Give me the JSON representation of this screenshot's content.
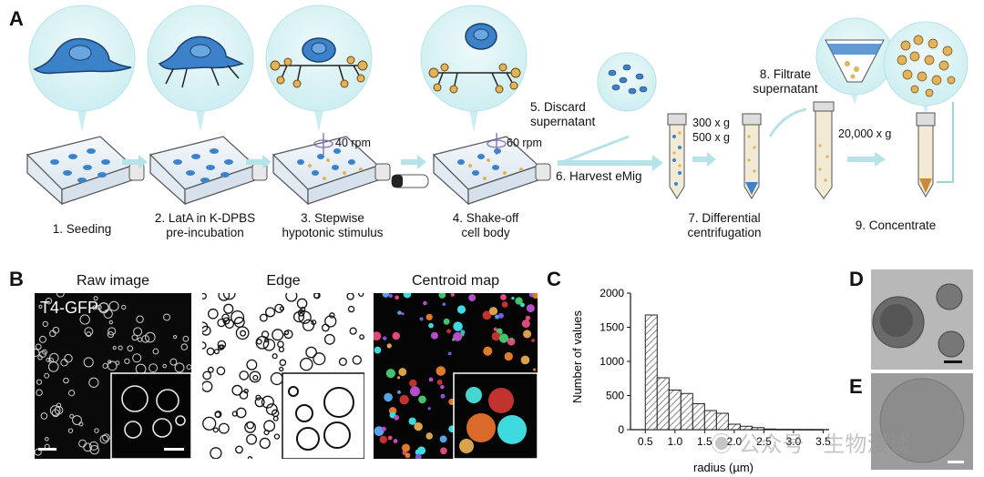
{
  "panels": {
    "a": "A",
    "b": "B",
    "c": "C",
    "d": "D",
    "e": "E"
  },
  "panel_a": {
    "steps": [
      {
        "l1": "1. Seeding",
        "l2": ""
      },
      {
        "l1": "2. LatA in K-DPBS",
        "l2": "pre-incubation"
      },
      {
        "l1": "3. Stepwise",
        "l2": "hypotonic stimulus"
      },
      {
        "l1": "4. Shake-off",
        "l2": "cell body"
      }
    ],
    "rpm1": "40 rpm",
    "rpm2": "60 rpm",
    "discard_l1": "5. Discard",
    "discard_l2": "supernatant",
    "harvest": "6. Harvest eMig",
    "spin1": "300 x g",
    "spin2": "500 x g",
    "diff_l1": "7. Differential",
    "diff_l2": "centrifugation",
    "filtrate_l1": "8. Filtrate",
    "filtrate_l2": "supernatant",
    "spin3": "20,000 x g",
    "concentrate": "9. Concentrate"
  },
  "panel_b": {
    "titles": [
      "Raw image",
      "Edge",
      "Centroid map"
    ],
    "stain": "T4-GFP"
  },
  "watermark": {
    "text1": "公众号",
    "text2": "生物漫谈"
  },
  "chart_data": {
    "type": "bar",
    "xlabel": "radius (µm)",
    "ylabel": "Number of values",
    "ylim": [
      0,
      2000
    ],
    "xlim": [
      0.25,
      3.6
    ],
    "yticks": [
      "0",
      "500",
      "1000",
      "1500",
      "2000"
    ],
    "xticks": [
      "0.5",
      "1.0",
      "1.5",
      "2.0",
      "2.5",
      "3.0",
      "3.5"
    ],
    "bin_width": 0.2,
    "bin_starts": [
      0.5,
      0.7,
      0.9,
      1.1,
      1.3,
      1.5,
      1.7,
      1.9,
      2.1,
      2.3,
      2.5,
      2.7,
      2.9,
      3.1,
      3.3
    ],
    "values": [
      1680,
      760,
      580,
      530,
      380,
      280,
      240,
      80,
      50,
      30,
      10,
      5,
      5,
      3,
      2
    ]
  }
}
